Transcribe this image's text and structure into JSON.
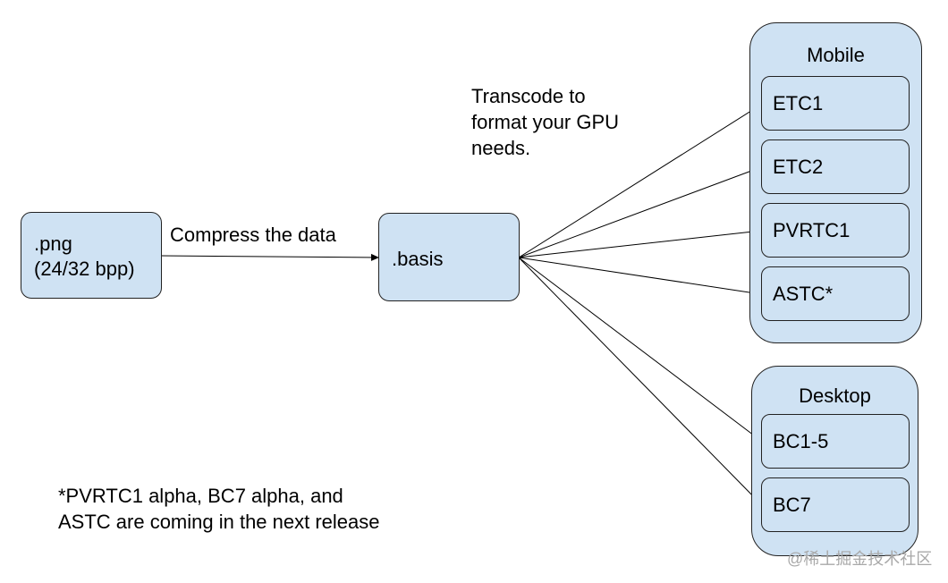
{
  "source_node": {
    "line1": ".png",
    "line2": "(24/32 bpp)"
  },
  "compress_label": "Compress the data",
  "basis_node": {
    "label": ".basis"
  },
  "transcode_note": {
    "line1": "Transcode to",
    "line2": "format your GPU",
    "line3": "needs."
  },
  "mobile_group": {
    "title": "Mobile",
    "items": [
      "ETC1",
      "ETC2",
      "PVRTC1",
      "ASTC*"
    ]
  },
  "desktop_group": {
    "title": "Desktop",
    "items": [
      "BC1-5",
      "BC7"
    ]
  },
  "footnote": {
    "line1": "*PVRTC1 alpha, BC7 alpha, and",
    "line2": "ASTC are coming in the next release"
  },
  "watermark": "@稀土掘金技术社区",
  "colors": {
    "box_fill": "#cfe2f3",
    "stroke": "#222222"
  }
}
